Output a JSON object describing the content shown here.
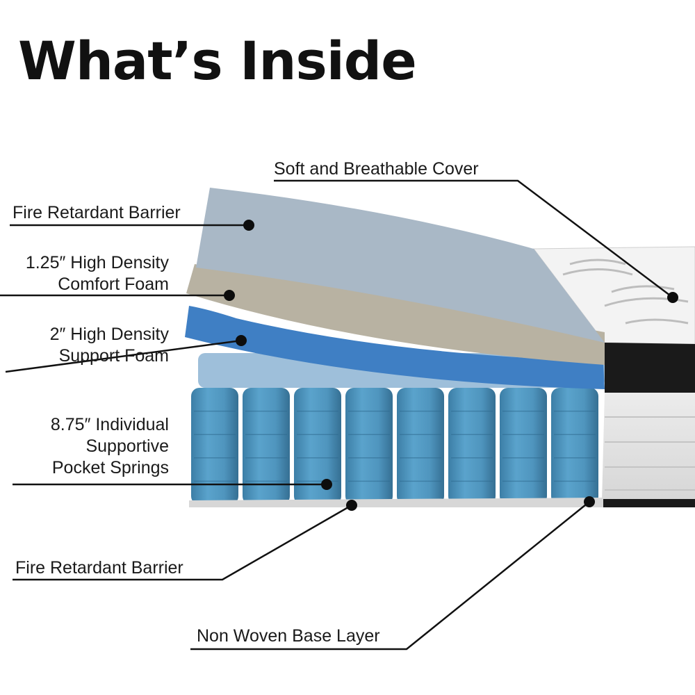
{
  "title": "What’s Inside",
  "colors": {
    "cover_top": "#f3f3f3",
    "cover_side": "#e6e6e6",
    "border_band": "#1a1a1a",
    "barrier": "#a9b8c6",
    "comfort_foam": "#b8b2a2",
    "support_foam": "#3f7fc4",
    "springs": "#4f95be",
    "leader_line": "#111111"
  },
  "labels": {
    "cover": "Soft and Breathable Cover",
    "fire_barrier_top": "Fire Retardant Barrier",
    "comfort_foam": [
      "1.25″ High Density",
      "Comfort Foam"
    ],
    "support_foam": [
      "2″ High Density",
      "Support Foam"
    ],
    "springs": [
      "8.75″ Individual",
      "Supportive",
      "Pocket Springs"
    ],
    "fire_barrier_bottom": "Fire Retardant Barrier",
    "base_layer": "Non Woven Base Layer"
  }
}
